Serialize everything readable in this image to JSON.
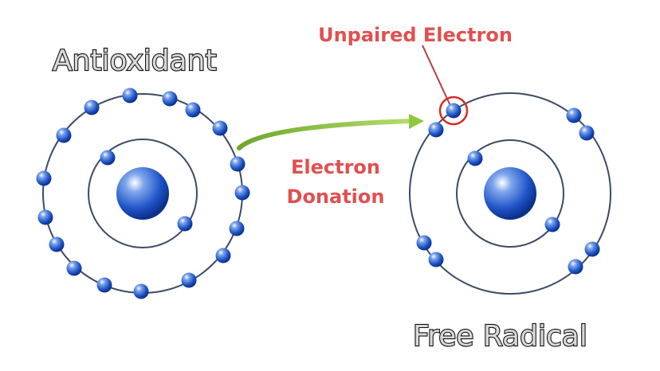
{
  "labels": {
    "antioxidant": "Antioxidant",
    "free_radical": "Free Radical",
    "unpaired_electron": "Unpaired Electron",
    "donation_line1": "Electron",
    "donation_line2": "Donation"
  },
  "colors": {
    "electron": "#1f55c8",
    "orbit": "#3b4a66",
    "highlight": "#d42a2a",
    "arrow": "#8dc63f",
    "label_red": "#e05050"
  }
}
